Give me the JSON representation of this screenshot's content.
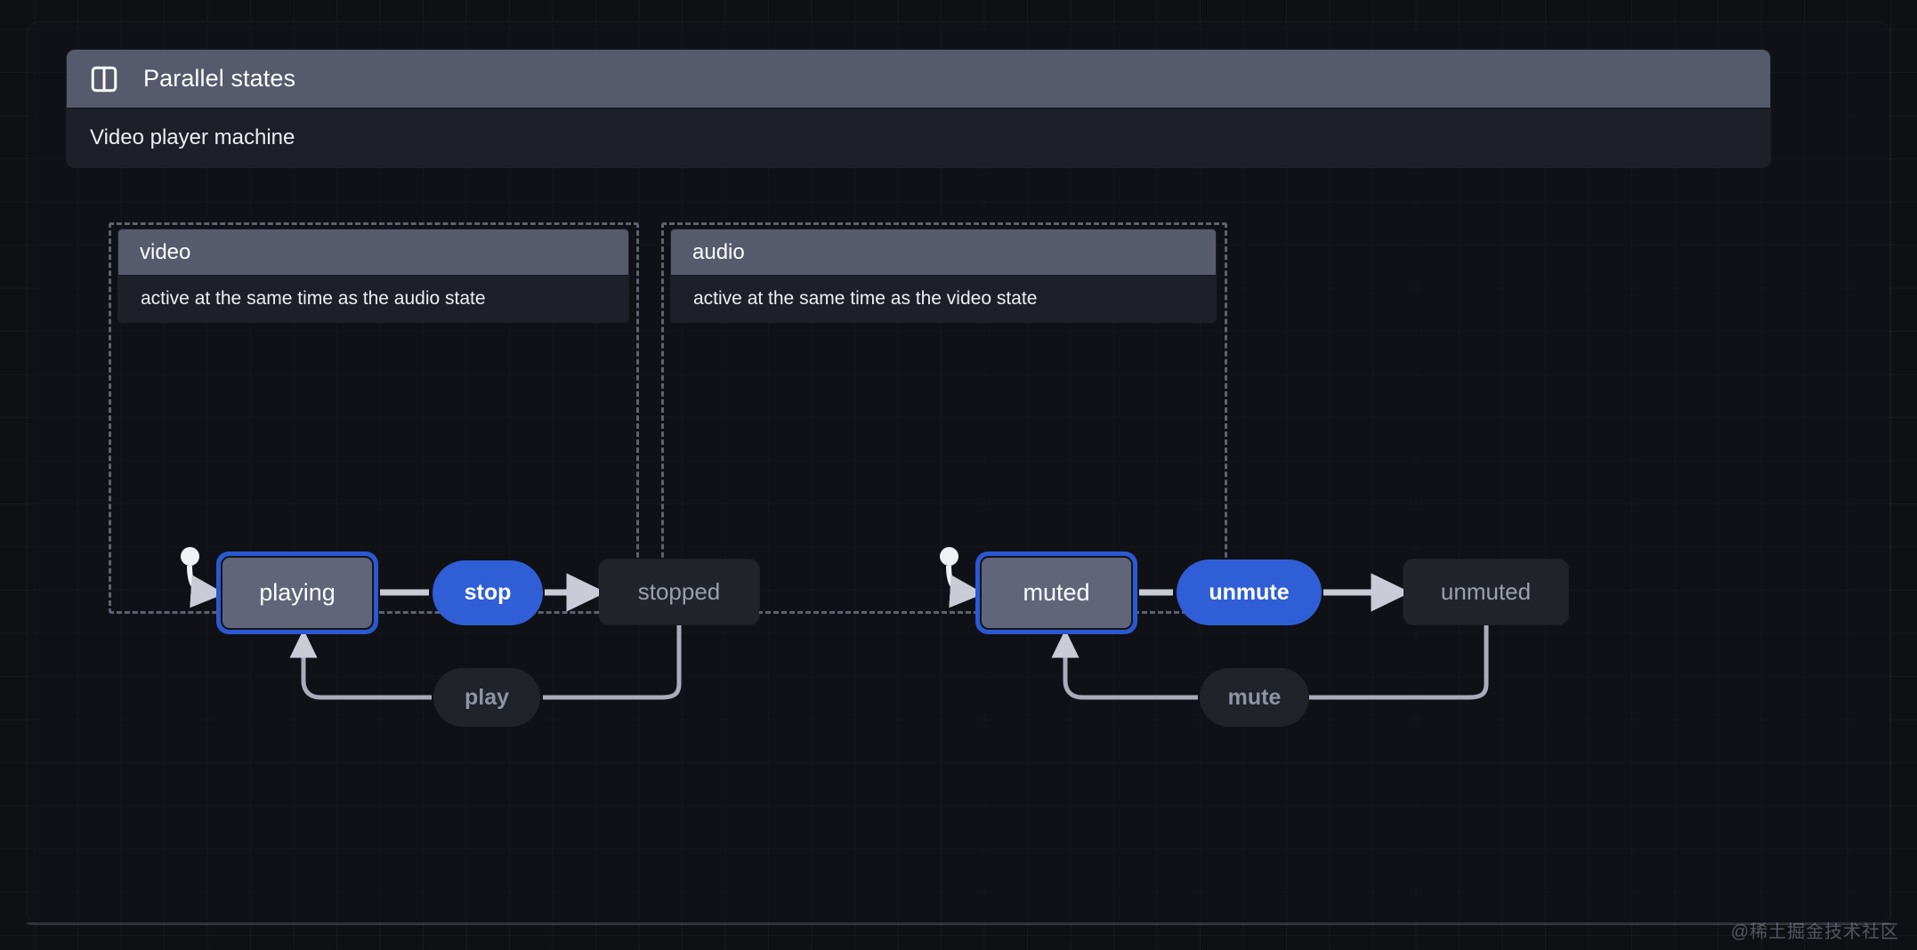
{
  "machine": {
    "icon": "parallel-states-icon",
    "title": "Parallel states",
    "description": "Video player machine"
  },
  "regions": [
    {
      "id": "video",
      "title": "video",
      "description": "active at the same time as the audio state",
      "initial": "playing",
      "states": [
        {
          "id": "playing",
          "label": "playing",
          "active": true
        },
        {
          "id": "stopped",
          "label": "stopped",
          "active": false
        }
      ],
      "events": [
        {
          "id": "stop",
          "label": "stop",
          "enabled": true,
          "from": "playing",
          "to": "stopped"
        },
        {
          "id": "play",
          "label": "play",
          "enabled": false,
          "from": "stopped",
          "to": "playing"
        }
      ]
    },
    {
      "id": "audio",
      "title": "audio",
      "description": "active at the same time as the video state",
      "initial": "muted",
      "states": [
        {
          "id": "muted",
          "label": "muted",
          "active": true
        },
        {
          "id": "unmuted",
          "label": "unmuted",
          "active": false
        }
      ],
      "events": [
        {
          "id": "unmute",
          "label": "unmute",
          "enabled": true,
          "from": "muted",
          "to": "unmuted"
        },
        {
          "id": "mute",
          "label": "mute",
          "enabled": false,
          "from": "unmuted",
          "to": "muted"
        }
      ]
    }
  ],
  "colors": {
    "accent": "#2f5ed6",
    "active_node_fill": "#60657a",
    "inactive_node_fill": "#22242c",
    "header_bar": "#555a6c",
    "canvas": "#0f1014",
    "edge": "#c9ccd6"
  },
  "watermark": "@稀土掘金技术社区"
}
